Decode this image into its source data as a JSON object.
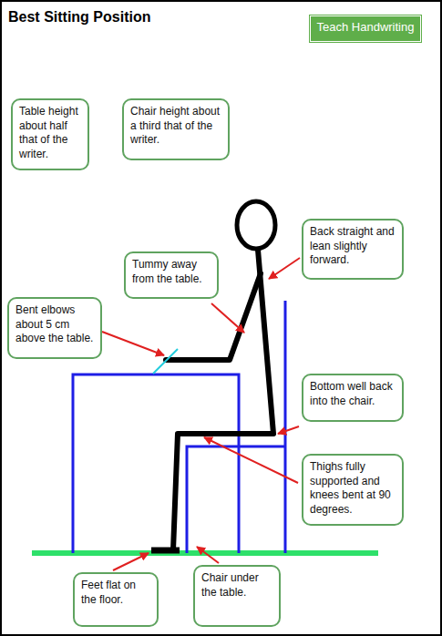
{
  "diagram": {
    "title": "Best Sitting Position",
    "nodes": [
      {
        "text": [
          "Teach Handwriting"
        ]
      },
      {
        "text": [
          "Table height about half that of the writer."
        ]
      },
      {
        "text": [
          "Chair height about a third that of the writer."
        ]
      },
      {
        "text": [
          "Back straight and lean slightly forward."
        ]
      },
      {
        "text": [
          "Tummy away from the table."
        ]
      },
      {
        "text": [
          "Bent elbows about 5 cm above the table."
        ]
      },
      {
        "text": [
          "Bottom well back into the chair."
        ]
      },
      {
        "text": [
          "Thighs fully supported and knees bent at 90 degrees."
        ]
      },
      {
        "text": [
          "Feet flat on the floor."
        ]
      },
      {
        "text": [
          "Chair under the table."
        ]
      }
    ]
  }
}
